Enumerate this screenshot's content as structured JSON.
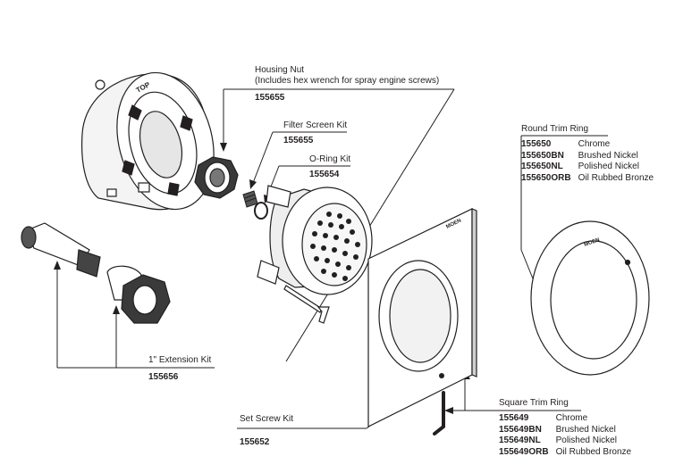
{
  "callouts": {
    "housing_nut": {
      "title": "Housing Nut",
      "note": "(Includes hex wrench for spray engine screws)",
      "part_number": "155655"
    },
    "filter_screen_kit": {
      "title": "Filter Screen Kit",
      "part_number": "155655"
    },
    "o_ring_kit": {
      "title": "O-Ring Kit",
      "part_number": "155654"
    },
    "extension_kit": {
      "title": "1\" Extension Kit",
      "part_number": "155656"
    },
    "set_screw_kit": {
      "title": "Set Screw Kit",
      "part_number": "155652"
    },
    "round_trim_ring": {
      "title": "Round Trim Ring",
      "finishes": [
        {
          "code": "155650",
          "finish": "Chrome"
        },
        {
          "code": "155650BN",
          "finish": "Brushed Nickel"
        },
        {
          "code": "155650NL",
          "finish": "Polished Nickel"
        },
        {
          "code": "155650ORB",
          "finish": "Oil Rubbed Bronze"
        }
      ]
    },
    "square_trim_ring": {
      "title": "Square Trim Ring",
      "finishes": [
        {
          "code": "155649",
          "finish": "Chrome"
        },
        {
          "code": "155649BN",
          "finish": "Brushed Nickel"
        },
        {
          "code": "155649NL",
          "finish": "Polished Nickel"
        },
        {
          "code": "155649ORB",
          "finish": "Oil Rubbed Bronze"
        }
      ]
    }
  },
  "markings": {
    "valve_housing": "TOP",
    "trim_logo": "MOEN"
  }
}
